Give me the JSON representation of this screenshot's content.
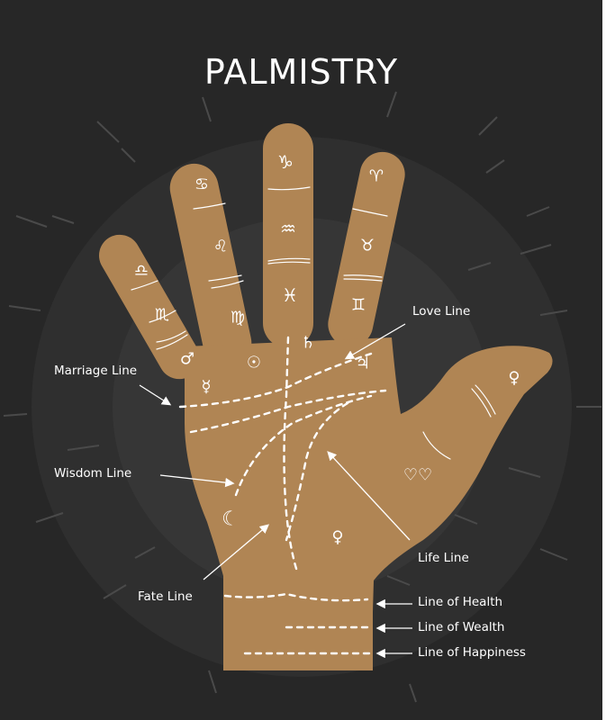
{
  "title": "PALMISTRY",
  "colors": {
    "background": "#272727",
    "circle_outer": "#303030",
    "circle_inner": "#373737",
    "hand": "#b08554",
    "lines": "#ffffff"
  },
  "labels": {
    "love_line": "Love Line",
    "marriage_line": "Marriage Line",
    "wisdom_line": "Wisdom Line",
    "life_line": "Life Line",
    "fate_line": "Fate Line",
    "line_of_health": "Line of Health",
    "line_of_wealth": "Line of Wealth",
    "line_of_happiness": "Line of Happiness"
  },
  "symbols": {
    "pinky_top": "♎",
    "pinky_mid": "♏",
    "ring_top": "♋",
    "ring_mid": "♌",
    "ring_low": "♍",
    "middle_top": "♑",
    "middle_mid": "♒",
    "middle_low": "♓",
    "index_top": "♈",
    "index_mid": "♉",
    "index_low": "♊",
    "thumb": "♀",
    "mars": "♂",
    "mercury": "☿",
    "sun": "☉",
    "saturn": "♄",
    "jupiter": "♃",
    "moon": "☾",
    "venus": "♀",
    "hearts": "♡♡"
  }
}
